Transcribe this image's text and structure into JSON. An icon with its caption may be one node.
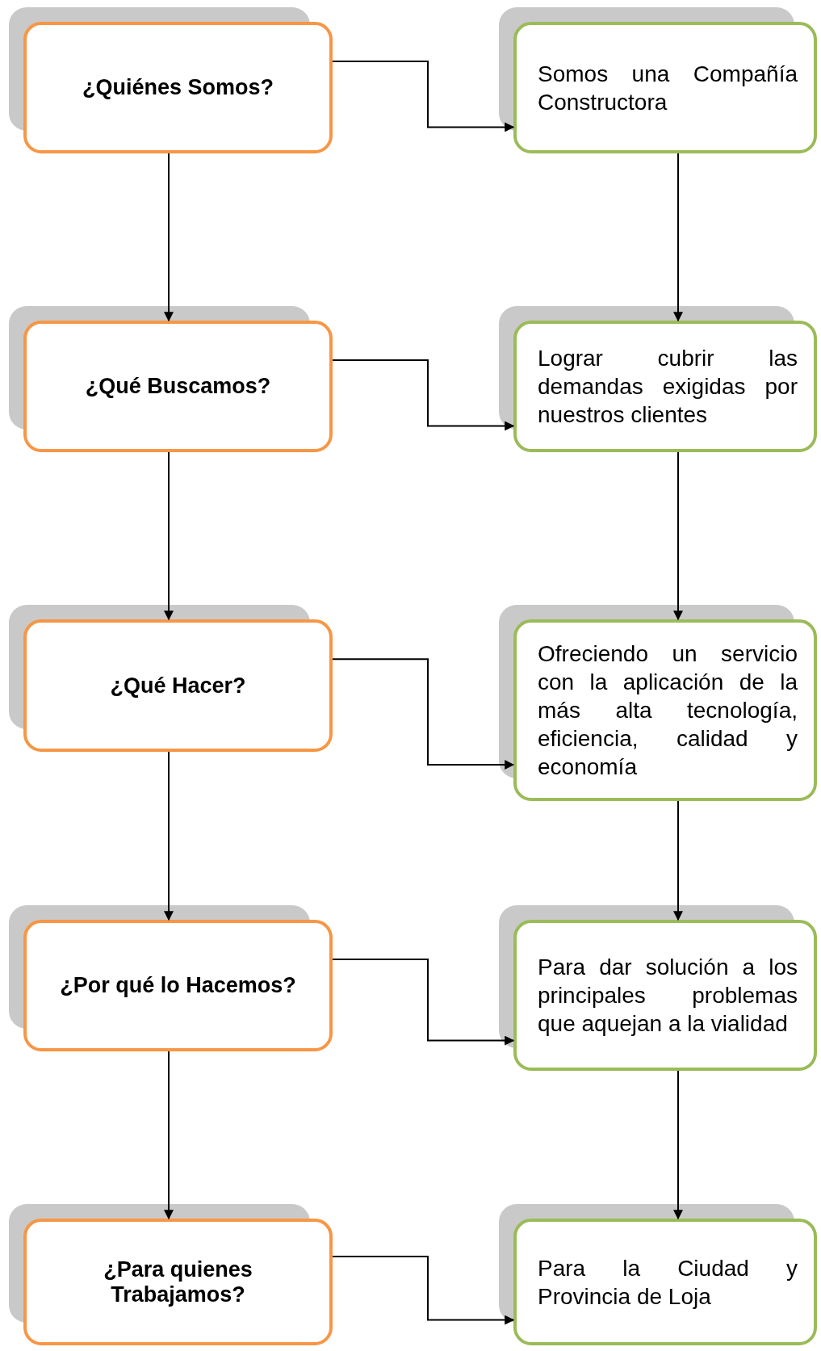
{
  "diagram": {
    "nodes": [
      {
        "text": [
          "¿Quiénes Somos?"
        ]
      },
      {
        "text": [
          "Somos una Compañía Constructora"
        ]
      },
      {
        "text": [
          "¿Qué Buscamos?"
        ]
      },
      {
        "text": [
          "Lograr cubrir las demandas exigidas por nuestros clientes"
        ]
      },
      {
        "text": [
          "¿Qué Hacer?"
        ]
      },
      {
        "text": [
          "Ofreciendo un servicio con la aplicación de la más alta tecnología, eficiencia, calidad y economía"
        ]
      },
      {
        "text": [
          "¿Por qué lo Hacemos?"
        ]
      },
      {
        "text": [
          "Para dar solución a los principales problemas que aquejan a la vialidad"
        ]
      },
      {
        "text": [
          "¿Para quienes Trabajamos?"
        ]
      },
      {
        "text": [
          "Para la Ciudad y Provincia de Loja"
        ]
      }
    ],
    "edges": [
      {
        "from": 0,
        "to": 1,
        "arrow": "to"
      },
      {
        "from": 0,
        "to": 2,
        "arrow": "to"
      },
      {
        "from": 1,
        "to": 3,
        "arrow": "to"
      },
      {
        "from": 2,
        "to": 3,
        "arrow": "to"
      },
      {
        "from": 2,
        "to": 4,
        "arrow": "to"
      },
      {
        "from": 3,
        "to": 5,
        "arrow": "to"
      },
      {
        "from": 4,
        "to": 5,
        "arrow": "to"
      },
      {
        "from": 4,
        "to": 6,
        "arrow": "to"
      },
      {
        "from": 5,
        "to": 7,
        "arrow": "to"
      },
      {
        "from": 6,
        "to": 7,
        "arrow": "to"
      },
      {
        "from": 6,
        "to": 8,
        "arrow": "to"
      },
      {
        "from": 7,
        "to": 9,
        "arrow": "to"
      },
      {
        "from": 8,
        "to": 9,
        "arrow": "to"
      }
    ]
  }
}
